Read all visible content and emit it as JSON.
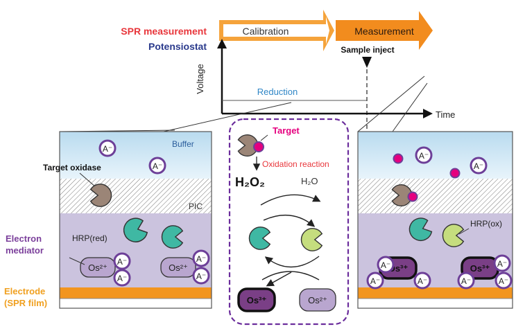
{
  "colors": {
    "spr_red": "#e8363b",
    "potensio_blue": "#2a3a8c",
    "calib_orange": "#f5a33b",
    "measure_orange": "#f28c1e",
    "buffer_top": "#b9dbef",
    "buffer_bottom": "#e6f3fa",
    "membrane_purple": "#cbc3de",
    "electrode_orange": "#f2951f",
    "dashed_purple": "#6b2d9c",
    "anion_ring": "#6d3f98",
    "target_pink": "#e5007f",
    "enzyme_brown": "#9b8577",
    "hrp_red_teal": "#3fb8a3",
    "hrp_ox_lime": "#c5dd7e",
    "os_light": "#b9a6cf",
    "os_dark": "#7a3f86",
    "electrode_label": "#f0a020",
    "mediator_label": "#7b3f9b"
  },
  "timeline": {
    "spr_label": "SPR measurement",
    "potensio_label": "Potensiostat",
    "calibration": "Calibration",
    "measurement": "Measurement",
    "sample_inject": "Sample inject",
    "voltage_axis": "Voltage",
    "time_axis": "Time",
    "reduction": "Reduction"
  },
  "left_panel": {
    "buffer": "Buffer",
    "target_oxidase": "Target oxidase",
    "pic": "PIC",
    "hrp_red": "HRP(red)",
    "electron_mediator_line1": "Electron",
    "electron_mediator_line2": "mediator",
    "electrode_line1": "Electrode",
    "electrode_line2": "(SPR film)"
  },
  "center_panel": {
    "target": "Target",
    "oxidation_reaction": "Oxidation reaction",
    "h2o2": "H₂O₂",
    "h2o": "H₂O",
    "os3": "Os³⁺",
    "os2": "Os²⁺"
  },
  "right_panel": {
    "hrp_ox": "HRP(ox)"
  },
  "ions": {
    "anion": "A⁻",
    "os2": "Os²⁺",
    "os3": "Os³⁺"
  }
}
